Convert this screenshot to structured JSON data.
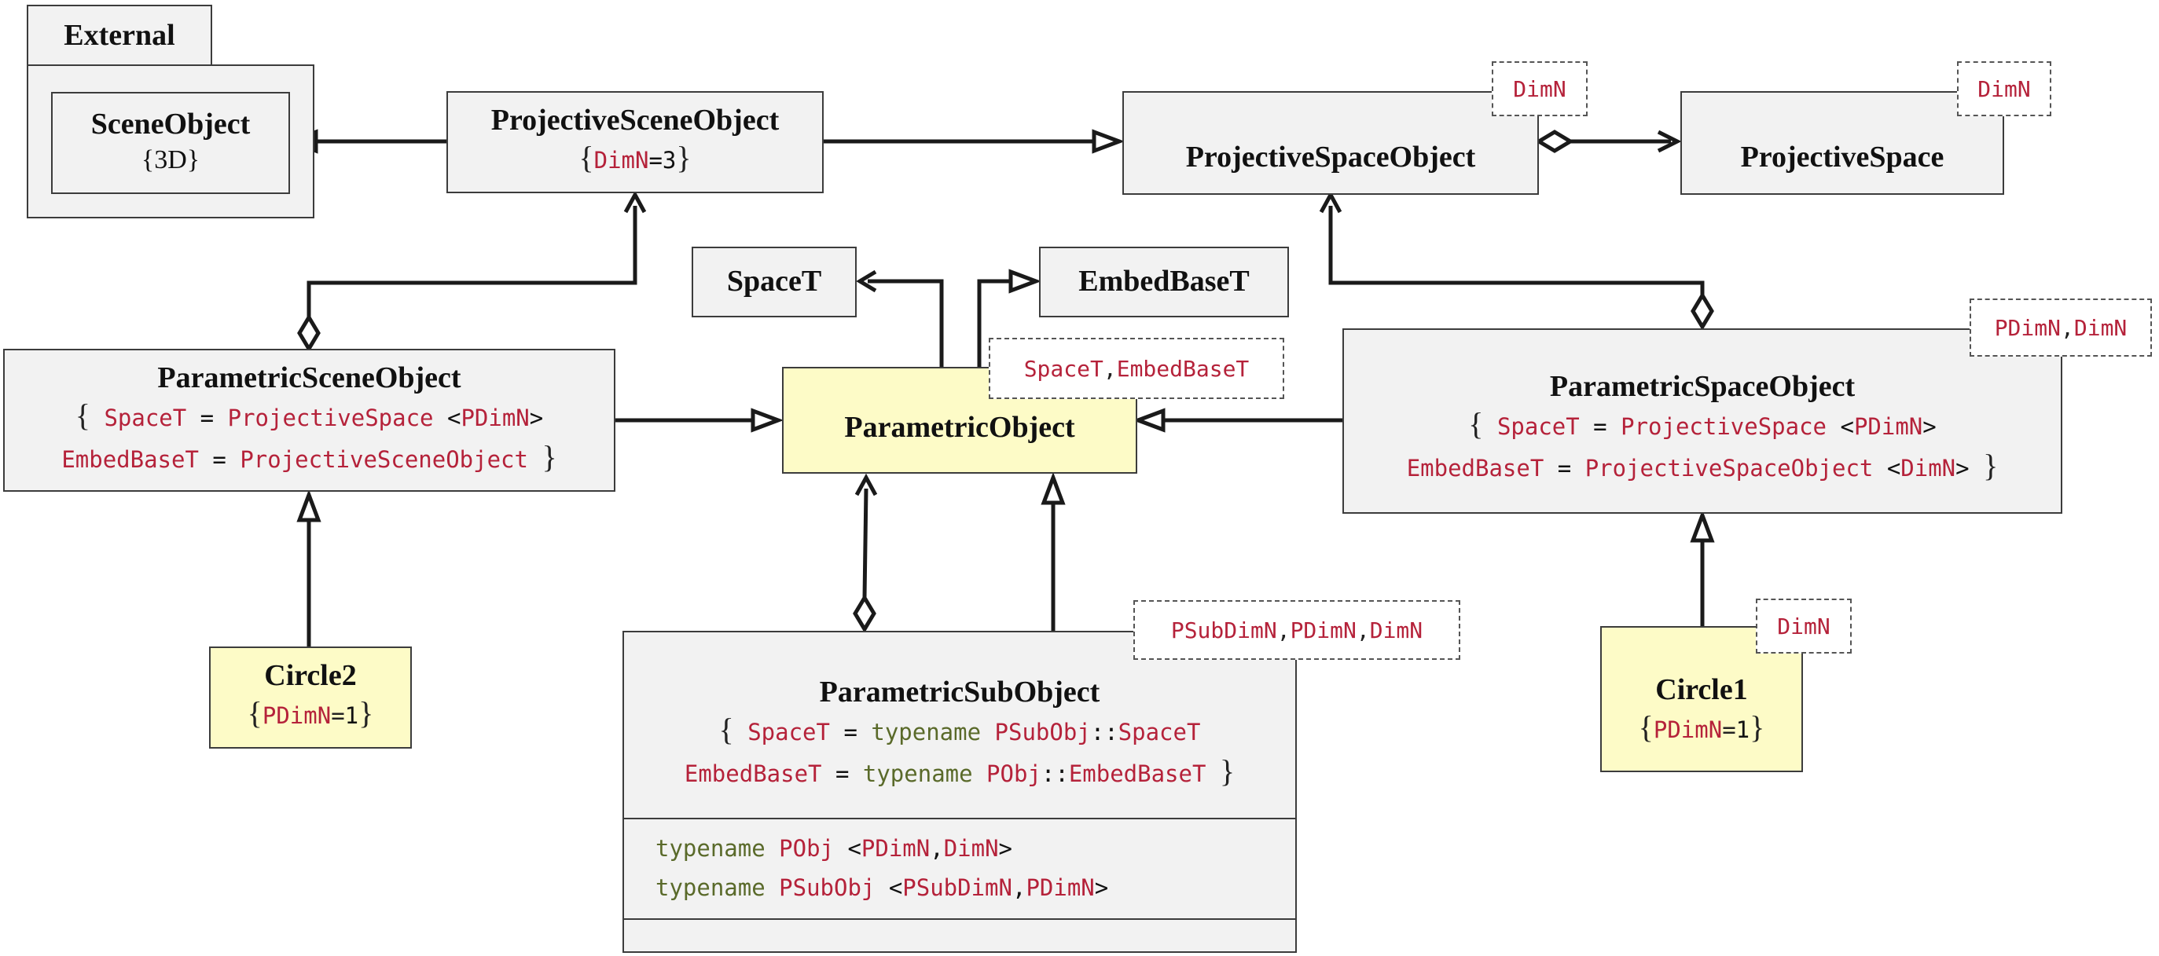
{
  "package": {
    "name": "External"
  },
  "classes": {
    "scene_object": {
      "name": "SceneObject",
      "sub": "3D"
    },
    "projective_scene_object": {
      "name": "ProjectiveSceneObject",
      "param": "DimN",
      "value": "3"
    },
    "projective_space_object": {
      "name": "ProjectiveSpaceObject",
      "template": "DimN"
    },
    "projective_space": {
      "name": "ProjectiveSpace",
      "template": "DimN"
    },
    "space_t": {
      "name": "SpaceT"
    },
    "embed_base_t": {
      "name": "EmbedBaseT"
    },
    "parametric_object": {
      "name": "ParametricObject",
      "template": [
        "SpaceT",
        "EmbedBaseT"
      ]
    },
    "parametric_scene_object": {
      "name": "ParametricSceneObject",
      "binding1": {
        "param": "SpaceT",
        "value": "ProjectiveSpace",
        "arg": "PDimN"
      },
      "binding2": {
        "param": "EmbedBaseT",
        "value": "ProjectiveSceneObject"
      }
    },
    "parametric_space_object": {
      "name": "ParametricSpaceObject",
      "template": [
        "PDimN",
        "DimN"
      ],
      "binding1": {
        "param": "SpaceT",
        "value": "ProjectiveSpace",
        "arg": "PDimN"
      },
      "binding2": {
        "param": "EmbedBaseT",
        "value": "ProjectiveSpaceObject",
        "arg": "DimN"
      }
    },
    "parametric_sub_object": {
      "name": "ParametricSubObject",
      "template": [
        "PSubDimN",
        "PDimN",
        "DimN"
      ],
      "binding1": {
        "param": "SpaceT",
        "kw": "typename",
        "scope": "PSubObj",
        "member": "SpaceT"
      },
      "binding2": {
        "param": "EmbedBaseT",
        "kw": "typename",
        "scope": "PObj",
        "member": "EmbedBaseT"
      },
      "attr1": {
        "kw": "typename",
        "name": "PObj",
        "args": [
          "PDimN",
          "DimN"
        ]
      },
      "attr2": {
        "kw": "typename",
        "name": "PSubObj",
        "args": [
          "PSubDimN",
          "PDimN"
        ]
      }
    },
    "circle2": {
      "name": "Circle2",
      "param": "PDimN",
      "value": "1"
    },
    "circle1": {
      "name": "Circle1",
      "template": "DimN",
      "param": "PDimN",
      "value": "1"
    }
  }
}
